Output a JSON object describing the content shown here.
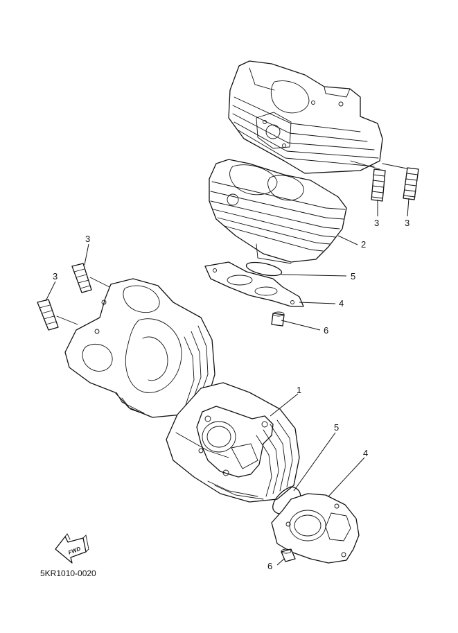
{
  "diagram": {
    "code": "5KR1010-0020",
    "fwd_label": "FWD",
    "callouts": {
      "c3a": "3",
      "c3b": "3",
      "c2": "2",
      "c5a": "5",
      "c4a": "4",
      "c6a": "6",
      "c3c": "3",
      "c3d": "3",
      "c1": "1",
      "c5b": "5",
      "c4b": "4",
      "c6b": "6"
    }
  }
}
